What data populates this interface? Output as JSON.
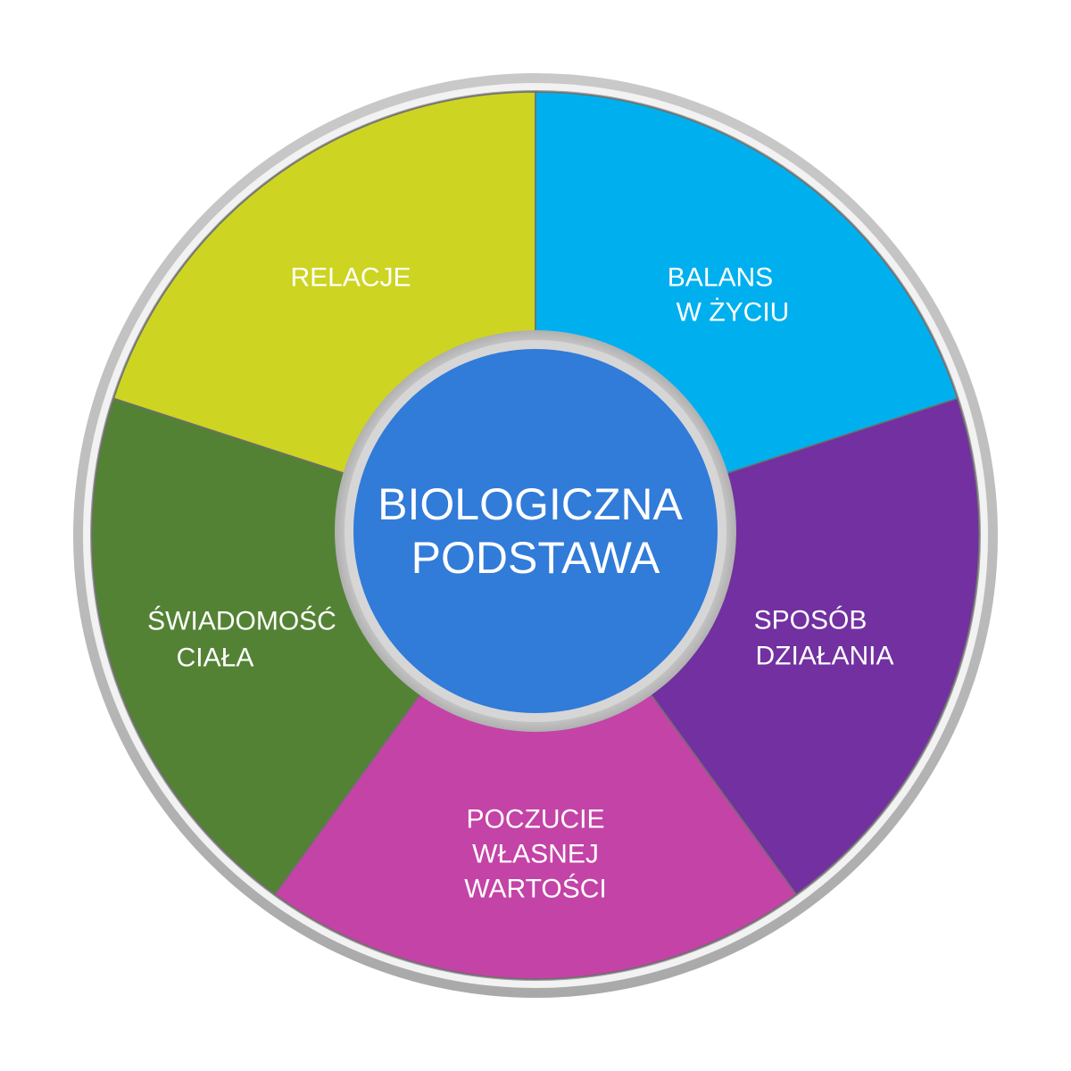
{
  "center": {
    "lines": [
      "BIOLOGICZNA",
      "PODSTAWA"
    ],
    "color": "#317BD9"
  },
  "segments": [
    {
      "id": "relacje",
      "lines": [
        "RELACJE"
      ],
      "color": "#CDD422"
    },
    {
      "id": "balans-w-zyciu",
      "lines": [
        "BALANS",
        "W ŻYCIU"
      ],
      "color": "#00B0EE"
    },
    {
      "id": "sposob-dzialania",
      "lines": [
        "SPOSÓB",
        "DZIAŁANIA"
      ],
      "color": "#7230A0"
    },
    {
      "id": "poczucie-wlasnej-wartosci",
      "lines": [
        "POCZUCIE",
        "WŁASNEJ",
        "WARTOŚCI"
      ],
      "color": "#C443A6"
    },
    {
      "id": "swiadomosc-ciala",
      "lines": [
        "ŚWIADOMOŚĆ",
        "CIAŁA"
      ],
      "color": "#548235"
    }
  ],
  "ring_color": "#B8B8B8",
  "divider_color": "#6E6E6E"
}
